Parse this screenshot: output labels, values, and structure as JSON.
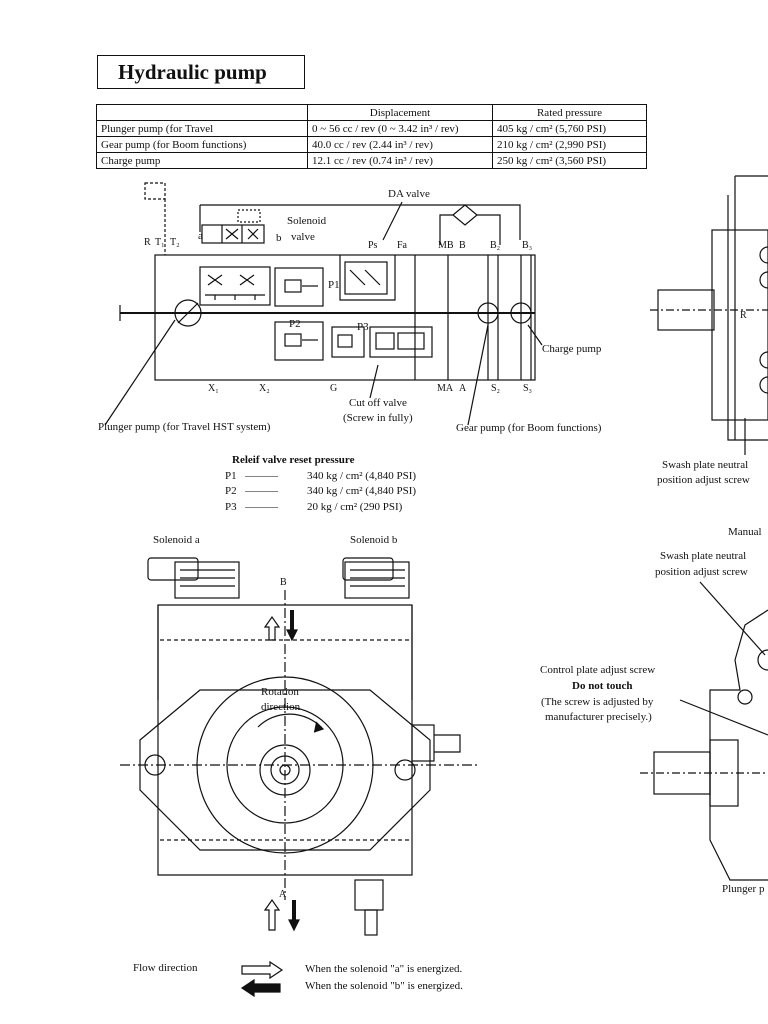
{
  "title": "Hydraulic pump",
  "spec_table": {
    "headers": [
      "",
      "Displacement",
      "Rated pressure"
    ],
    "rows": [
      {
        "name": "Plunger pump (for Travel",
        "displacement": "0 ~ 56 cc / rev (0 ~ 3.42 in³ / rev)",
        "pressure": "405 kg / cm²  (5,760 PSI)"
      },
      {
        "name": "Gear pump (for Boom functions)",
        "displacement": "40.0 cc / rev (2.44 in³ / rev)",
        "pressure": "210 kg / cm²  (2,990 PSI)"
      },
      {
        "name": "Charge pump",
        "displacement": "12.1 cc / rev (0.74 in³ / rev)",
        "pressure": "250 kg / cm²  (3,560 PSI)"
      }
    ]
  },
  "schematic": {
    "da_valve": "DA valve",
    "solenoid_valve_1": "Solenoid",
    "solenoid_valve_2": "valve",
    "port_a": "a",
    "port_b": "b",
    "ports": {
      "R": "R",
      "T1": "T₁",
      "T2": "T₂",
      "Ps": "Ps",
      "Fa": "Fa",
      "MB": "MB",
      "B": "B",
      "B2": "B₂",
      "B3": "B₃",
      "X1": "X₁",
      "X2": "X₂",
      "G": "G",
      "MA": "MA",
      "A": "A",
      "S2": "S₂",
      "S3": "S₃"
    },
    "p1": "P1",
    "p2": "P2",
    "p3": "P3",
    "charge_pump": "Charge pump",
    "cutoff_valve_1": "Cut off valve",
    "cutoff_valve_2": "(Screw in fully)",
    "plunger_pump_label": "Plunger pump (for Travel HST system)",
    "gear_pump_label": "Gear pump (for Boom functions)"
  },
  "relief": {
    "title": "Releif valve reset pressure",
    "rows": [
      {
        "name": "P1",
        "value": "340 kg / cm² (4,840 PSI)"
      },
      {
        "name": "P2",
        "value": "340 kg / cm² (4,840 PSI)"
      },
      {
        "name": "P3",
        "value": "20 kg / cm² (290 PSI)"
      }
    ]
  },
  "right_top": {
    "r": "R",
    "swash_1": "Swash plate neutral",
    "swash_2": "position adjust screw"
  },
  "right_mid": {
    "manual": "Manual",
    "swash_1": "Swash plate neutral",
    "swash_2": "position adjust screw",
    "control_1": "Control plate adjust screw",
    "control_2": "Do not touch",
    "control_3": "(The screw is adjusted by",
    "control_4": "manufacturer precisely.)",
    "plunger": "Plunger p"
  },
  "drawing": {
    "solenoid_a": "Solenoid a",
    "solenoid_b": "Solenoid b",
    "port_b": "B",
    "port_a": "A",
    "rotation_1": "Rotation",
    "rotation_2": "direction"
  },
  "legend": {
    "flow": "Flow direction",
    "a_text": "When the solenoid \"a\" is energized.",
    "b_text": "When the solenoid \"b\" is energized."
  }
}
